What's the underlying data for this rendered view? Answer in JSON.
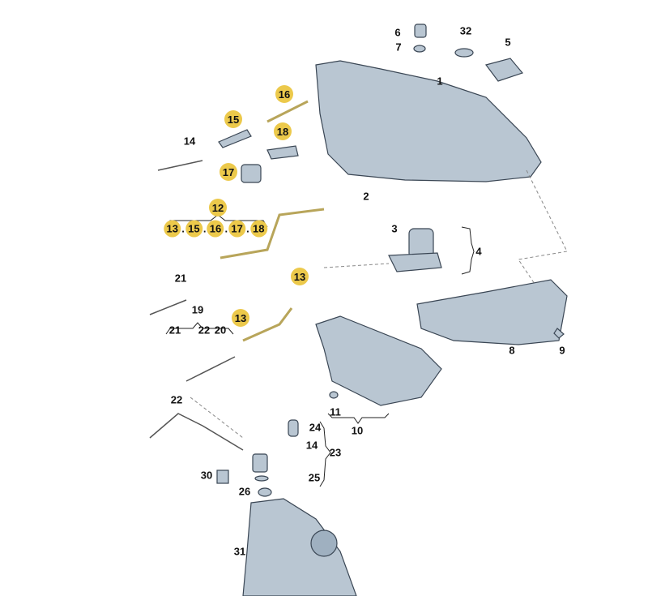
{
  "diagram_title": "",
  "highlight_color": "#ecc94b",
  "part_color": "#b9c6d2",
  "pipe_color": "#c9b56a",
  "labels": {
    "p6": "6",
    "p32": "32",
    "p5": "5",
    "p7": "7",
    "p1": "1",
    "p16": "16",
    "p15": "15",
    "p18": "18",
    "p14a": "14",
    "p17": "17",
    "p2": "2",
    "p12": "12",
    "p3": "3",
    "p4": "4",
    "p13a": "13",
    "p21a": "21",
    "p19": "19",
    "p21b": "21",
    "p22a": "22",
    "p20": "20",
    "p13b": "13",
    "p8": "8",
    "p9": "9",
    "p22b": "22",
    "p11": "11",
    "p10": "10",
    "p24": "24",
    "p14b": "14",
    "p23": "23",
    "p30": "30",
    "p25": "25",
    "p26": "26",
    "p31": "31"
  },
  "group12": [
    "13",
    "15",
    "16",
    "17",
    "18"
  ]
}
